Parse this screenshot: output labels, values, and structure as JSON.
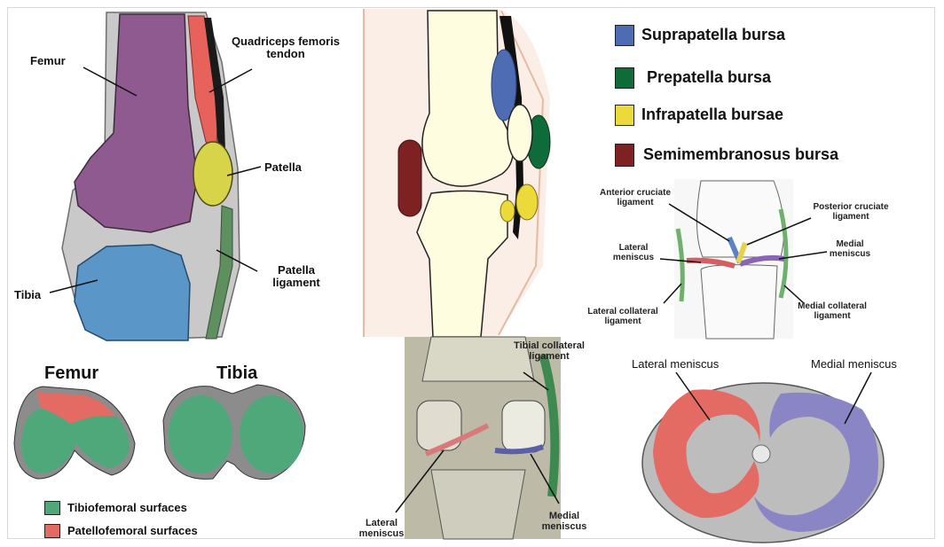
{
  "colors": {
    "suprapatella": "#4d6cb3",
    "prepatella": "#0f6b3a",
    "infrapatella": "#ecd93a",
    "semimembranosus": "#7d2122",
    "tibiofemoral": "#4ea87a",
    "patellofemoral": "#e46a64",
    "femur_bone": "#8e5a8f",
    "tibia_bone": "#5a97c8",
    "patella_bone": "#d8d44a",
    "tendon": "#e6625a"
  },
  "sagittal": {
    "femur": "Femur",
    "quadriceps_line1": "Quadriceps femoris",
    "quadriceps_line2": "tendon",
    "patella": "Patella",
    "patella_ligament_line1": "Patella",
    "patella_ligament_line2": "ligament",
    "tibia": "Tibia"
  },
  "bursae_legend": [
    {
      "label": "Suprapatella bursa"
    },
    {
      "label": "Prepatella bursa"
    },
    {
      "label": "Infrapatella bursae"
    },
    {
      "label": "Semimembranosus bursa"
    }
  ],
  "ligaments": {
    "acl_line1": "Anterior cruciate",
    "acl_line2": "ligament",
    "pcl_line1": "Posterior cruciate",
    "pcl_line2": "ligament",
    "lateral_meniscus_line1": "Lateral",
    "lateral_meniscus_line2": "meniscus",
    "medial_meniscus_line1": "Medial",
    "medial_meniscus_line2": "meniscus",
    "lcl_line1": "Lateral collateral",
    "lcl_line2": "ligament",
    "mcl_line1": "Medial collateral",
    "mcl_line2": "ligament"
  },
  "surfaces": {
    "femur": "Femur",
    "tibia": "Tibia",
    "legend": [
      {
        "label": "Tibiofemoral surfaces"
      },
      {
        "label": "Patellofemoral surfaces"
      }
    ]
  },
  "posterior": {
    "tibial_collateral_line1": "Tibial collateral",
    "tibial_collateral_line2": "ligament",
    "lateral_meniscus_line1": "Lateral",
    "lateral_meniscus_line2": "meniscus",
    "medial_meniscus_line1": "Medial",
    "medial_meniscus_line2": "meniscus"
  },
  "menisci": {
    "lateral": "Lateral meniscus",
    "medial": "Medial meniscus"
  }
}
